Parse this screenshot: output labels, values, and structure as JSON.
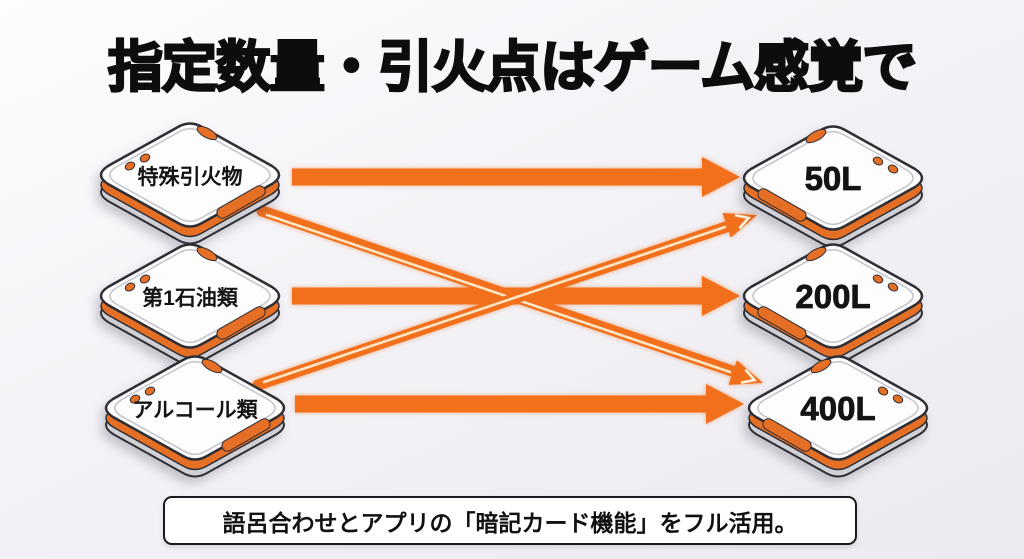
{
  "title": "指定数量・引火点はゲーム感覚で",
  "caption": "語呂合わせとアプリの「暗記カード機能」をフル活用。",
  "left_cards": [
    {
      "label": "特殊引火物"
    },
    {
      "label": "第1石油類"
    },
    {
      "label": "アルコール類"
    }
  ],
  "right_cards": [
    {
      "label": "50L"
    },
    {
      "label": "200L"
    },
    {
      "label": "400L"
    }
  ],
  "connections": [
    {
      "from": "特殊引火物",
      "to": "50L",
      "style": "straight-solid"
    },
    {
      "from": "特殊引火物",
      "to": "400L",
      "style": "diagonal-highlight"
    },
    {
      "from": "第1石油類",
      "to": "200L",
      "style": "straight-solid"
    },
    {
      "from": "アルコール類",
      "to": "50L",
      "style": "diagonal-highlight"
    },
    {
      "from": "アルコール類",
      "to": "400L",
      "style": "straight-solid"
    }
  ],
  "colors": {
    "arrow_orange": "#f2701c",
    "card_edge_orange": "#e66f26",
    "card_face": "#fdfdfe",
    "outline_dark": "#2e2e34",
    "background": "#efeef2",
    "text": "#0d0d0f",
    "highlight_stripe": "#ffeccf"
  }
}
